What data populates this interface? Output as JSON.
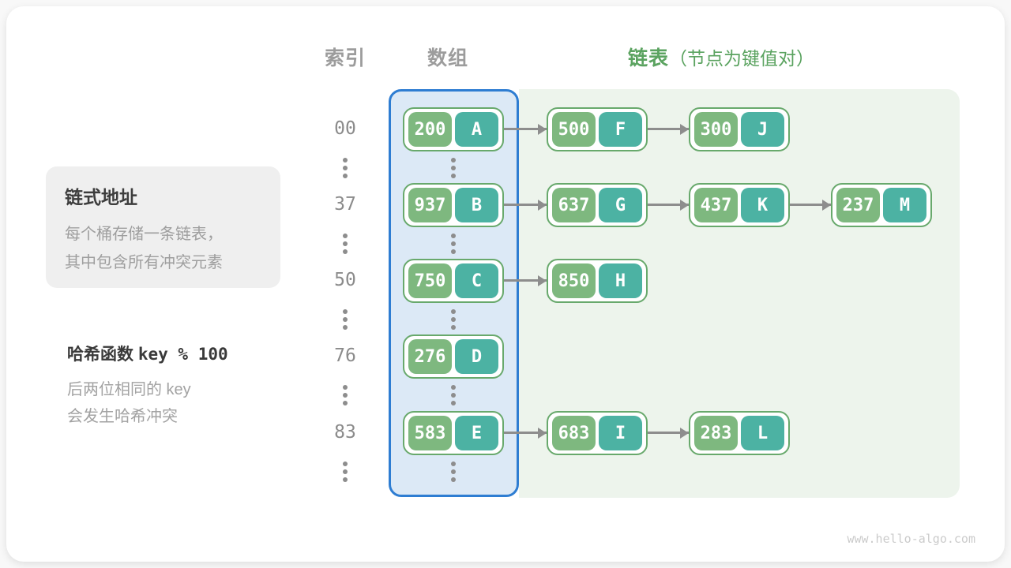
{
  "headers": {
    "index": "索引",
    "array": "数组",
    "list": "链表",
    "list_note": "（节点为键值对）"
  },
  "info_box": {
    "title": "链式地址",
    "lines": [
      "每个桶存储一条链表，",
      "其中包含所有冲突元素"
    ]
  },
  "hash_note": {
    "prefix": "哈希函数 ",
    "code": "key % 100",
    "lines": [
      "后两位相同的 key",
      "会发生哈希冲突"
    ]
  },
  "rows": [
    {
      "index": "00",
      "chain": [
        {
          "key": "200",
          "value": "A"
        },
        {
          "key": "500",
          "value": "F"
        },
        {
          "key": "300",
          "value": "J"
        }
      ]
    },
    {
      "index": "37",
      "chain": [
        {
          "key": "937",
          "value": "B"
        },
        {
          "key": "637",
          "value": "G"
        },
        {
          "key": "437",
          "value": "K"
        },
        {
          "key": "237",
          "value": "M"
        }
      ]
    },
    {
      "index": "50",
      "chain": [
        {
          "key": "750",
          "value": "C"
        },
        {
          "key": "850",
          "value": "H"
        }
      ]
    },
    {
      "index": "76",
      "chain": [
        {
          "key": "276",
          "value": "D"
        }
      ]
    },
    {
      "index": "83",
      "chain": [
        {
          "key": "583",
          "value": "E"
        },
        {
          "key": "683",
          "value": "I"
        },
        {
          "key": "283",
          "value": "L"
        }
      ]
    }
  ],
  "colors": {
    "key_cell_green": "#7eb87f",
    "value_cell_teal": "#4cb2a3",
    "node_border_green": "#68a96c",
    "array_fill_blue": "#dce9f6",
    "array_border_blue": "#2e7dd2",
    "list_fill_green": "#edf4ec",
    "header_green": "#5ba360",
    "header_gray": "#9c9c9c",
    "arrow_gray": "#8d8d8d"
  },
  "watermark": "www.hello-algo.com"
}
